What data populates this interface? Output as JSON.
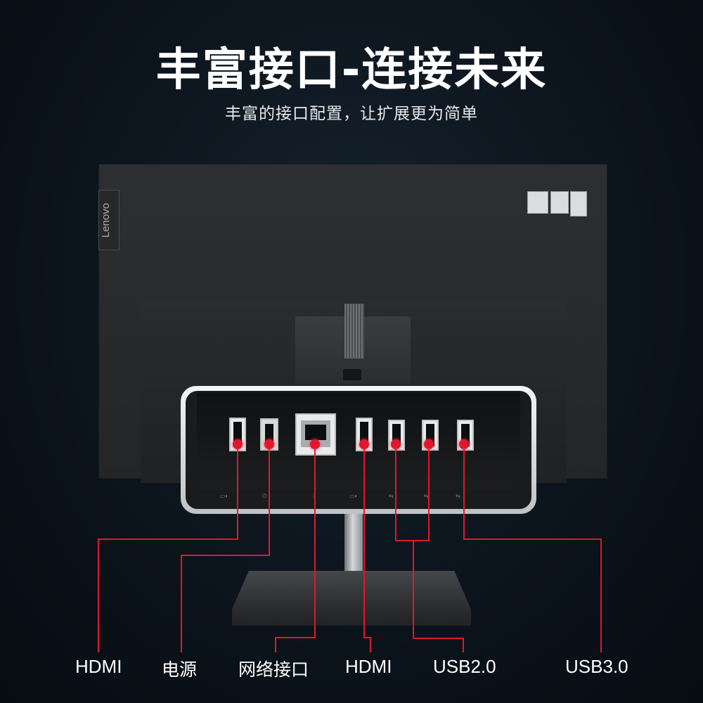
{
  "header": {
    "title": "丰富接口-连接未来",
    "subtitle": "丰富的接口配置，让扩展更为简单"
  },
  "device": {
    "brand": "Lenovo",
    "accent_color": "#e0182b"
  },
  "ports": [
    {
      "label": "HDMI"
    },
    {
      "label": "电源"
    },
    {
      "label": "网络接口"
    },
    {
      "label": "HDMI"
    },
    {
      "label": "USB2.0"
    },
    {
      "label": "USB3.0"
    }
  ]
}
